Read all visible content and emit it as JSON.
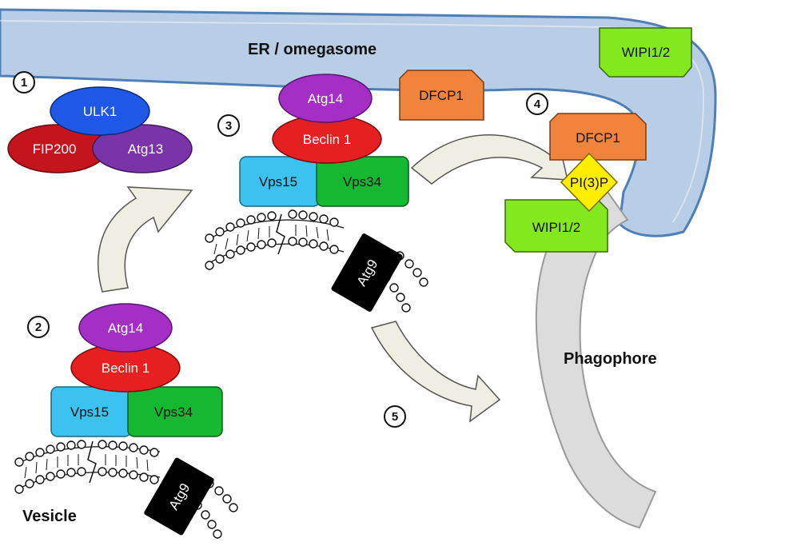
{
  "labels": {
    "er": "ER / omegasome",
    "phagophore": "Phagophore",
    "vesicle": "Vesicle"
  },
  "steps": [
    "1",
    "2",
    "3",
    "4",
    "5"
  ],
  "ulk_complex": {
    "ulk1": "ULK1",
    "fip200": "FIP200",
    "atg13": "Atg13"
  },
  "pi3k_complex": {
    "atg14": "Atg14",
    "beclin": "Beclin 1",
    "vps15": "Vps15",
    "vps34": "Vps34"
  },
  "atg9": "Atg9",
  "dfcp1": "DFCP1",
  "wipi": "WIPI1/2",
  "pi3p": "PI(3)P",
  "colors": {
    "er_fill": "#b8cde6",
    "er_stroke": "#4f7fb5",
    "ulk1": "#1f57e6",
    "fip200": "#c4141e",
    "atg13": "#7a33a8",
    "atg14": "#a52ec4",
    "beclin": "#e62020",
    "vps15": "#3cc2f0",
    "vps34": "#16b832",
    "dfcp1": "#f0843c",
    "wipi": "#84e81e",
    "pi3p": "#ffee00",
    "phagophore": "#dcdcdc",
    "arrow": "#eeeee2"
  }
}
